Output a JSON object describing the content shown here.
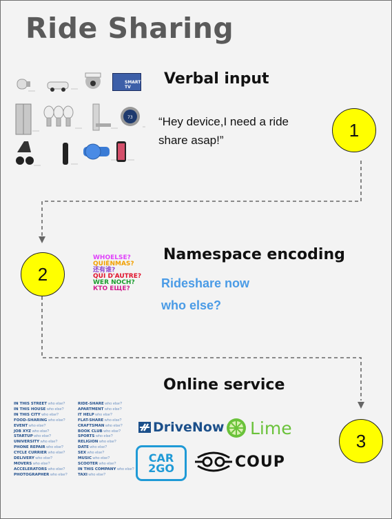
{
  "title": "Ride Sharing",
  "steps": [
    {
      "number": "1",
      "heading": "Verbal input",
      "quote": [
        "“Hey device,I need a ride",
        "share asap!”"
      ]
    },
    {
      "number": "2",
      "heading": "Namespace encoding",
      "lines": [
        "Rideshare  now",
        "who else?"
      ]
    },
    {
      "number": "3",
      "heading": "Online service"
    }
  ],
  "multilingual_words": [
    "WHOELSE?",
    "QUIÉNMAS?",
    "还有谁?",
    "QUI D'AUTRE?",
    "WER NOCH?",
    "КТО ЕЩЕ?"
  ],
  "who_else_suffix": "who else?",
  "tags_left": [
    "IN THIS STREET",
    "IN THIS HOUSE",
    "IN THIS CITY",
    "FOOD-SHARING",
    "EVENT",
    "JOB XYZ",
    "STARTUP",
    "UNIVERSITY",
    "PHONE REPAIR",
    "CYCLE CURRIER",
    "DELIVERY",
    "MOVERS",
    "ACCELERATORS",
    "PHOTOGRAPHER"
  ],
  "tags_right": [
    "RIDE-SHARE",
    "APARTMENT",
    "IT HELP",
    "FLAT-SHARE",
    "CRAFTSMAN",
    "BOOK CLUB",
    "SPORTS",
    "RELIGION",
    "DATE",
    "SEX",
    "MUSIC",
    "SCOOTER",
    "IN THIS COMPANY",
    "TAXI"
  ],
  "brands": {
    "drivenow": "DriveNow",
    "lime": "Lime",
    "car2go_top": "CAR",
    "car2go_bottom": "2GO",
    "coup": "COUP"
  },
  "tv_label": "SMART TV",
  "colors": {
    "circle": "#ffff00",
    "accent_blue": "#4a9be6",
    "title_gray": "#5a5a5a",
    "lime_green": "#6ac23a",
    "drivenow_blue": "#1b4f8a",
    "car2go_blue": "#1f9ad6"
  }
}
